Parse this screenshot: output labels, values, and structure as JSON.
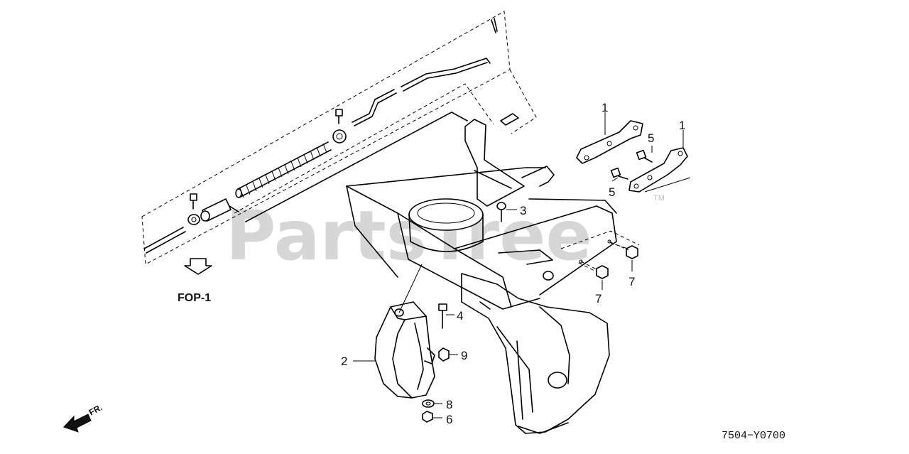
{
  "watermark": "PartsTree",
  "watermark_tm": "TM",
  "figure_code": "7504−Y0700",
  "reference": {
    "label": "FOP-1",
    "icon": "hollow-down-arrow-icon"
  },
  "direction": {
    "label": "FR.",
    "icon": "front-direction-arrow-icon"
  },
  "callouts": [
    {
      "id": "c1a",
      "label": "1"
    },
    {
      "id": "c1b",
      "label": "1"
    },
    {
      "id": "c2",
      "label": "2"
    },
    {
      "id": "c3",
      "label": "3"
    },
    {
      "id": "c4",
      "label": "4"
    },
    {
      "id": "c5a",
      "label": "5"
    },
    {
      "id": "c5b",
      "label": "5"
    },
    {
      "id": "c6",
      "label": "6"
    },
    {
      "id": "c7a",
      "label": "7"
    },
    {
      "id": "c7b",
      "label": "7"
    },
    {
      "id": "c8",
      "label": "8"
    },
    {
      "id": "c9",
      "label": "9"
    }
  ]
}
